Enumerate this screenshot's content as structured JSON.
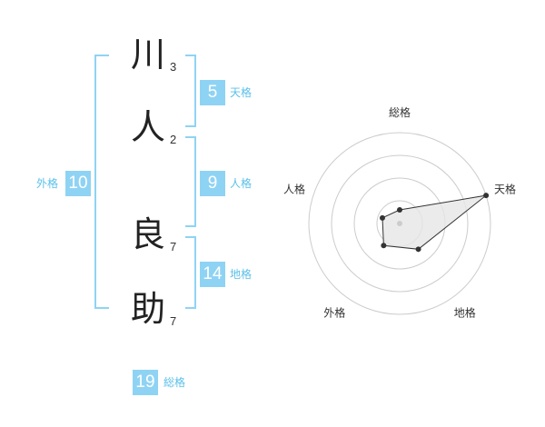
{
  "characters": [
    {
      "char": "川",
      "strokes": "3"
    },
    {
      "char": "人",
      "strokes": "2"
    },
    {
      "char": "良",
      "strokes": "7"
    },
    {
      "char": "助",
      "strokes": "7"
    }
  ],
  "fortunes": {
    "tenkaku": {
      "label": "天格",
      "value": "5"
    },
    "jinkaku": {
      "label": "人格",
      "value": "9"
    },
    "chikaku": {
      "label": "地格",
      "value": "14"
    },
    "gaikaku": {
      "label": "外格",
      "value": "10"
    },
    "soukaku": {
      "label": "総格",
      "value": "19"
    }
  },
  "radar": {
    "axes": [
      "総格",
      "天格",
      "地格",
      "外格",
      "人格"
    ],
    "values": [
      0.15,
      1.0,
      0.35,
      0.3,
      0.2
    ],
    "max_value": 1,
    "rings": 4,
    "colors": {
      "ring": "#cccccc",
      "fill": "#e6e6e6",
      "line": "#333333",
      "point": "#333333",
      "center": "#cccccc"
    }
  },
  "colors": {
    "accent": "#8fd3f4",
    "label": "#5bc0ea"
  }
}
